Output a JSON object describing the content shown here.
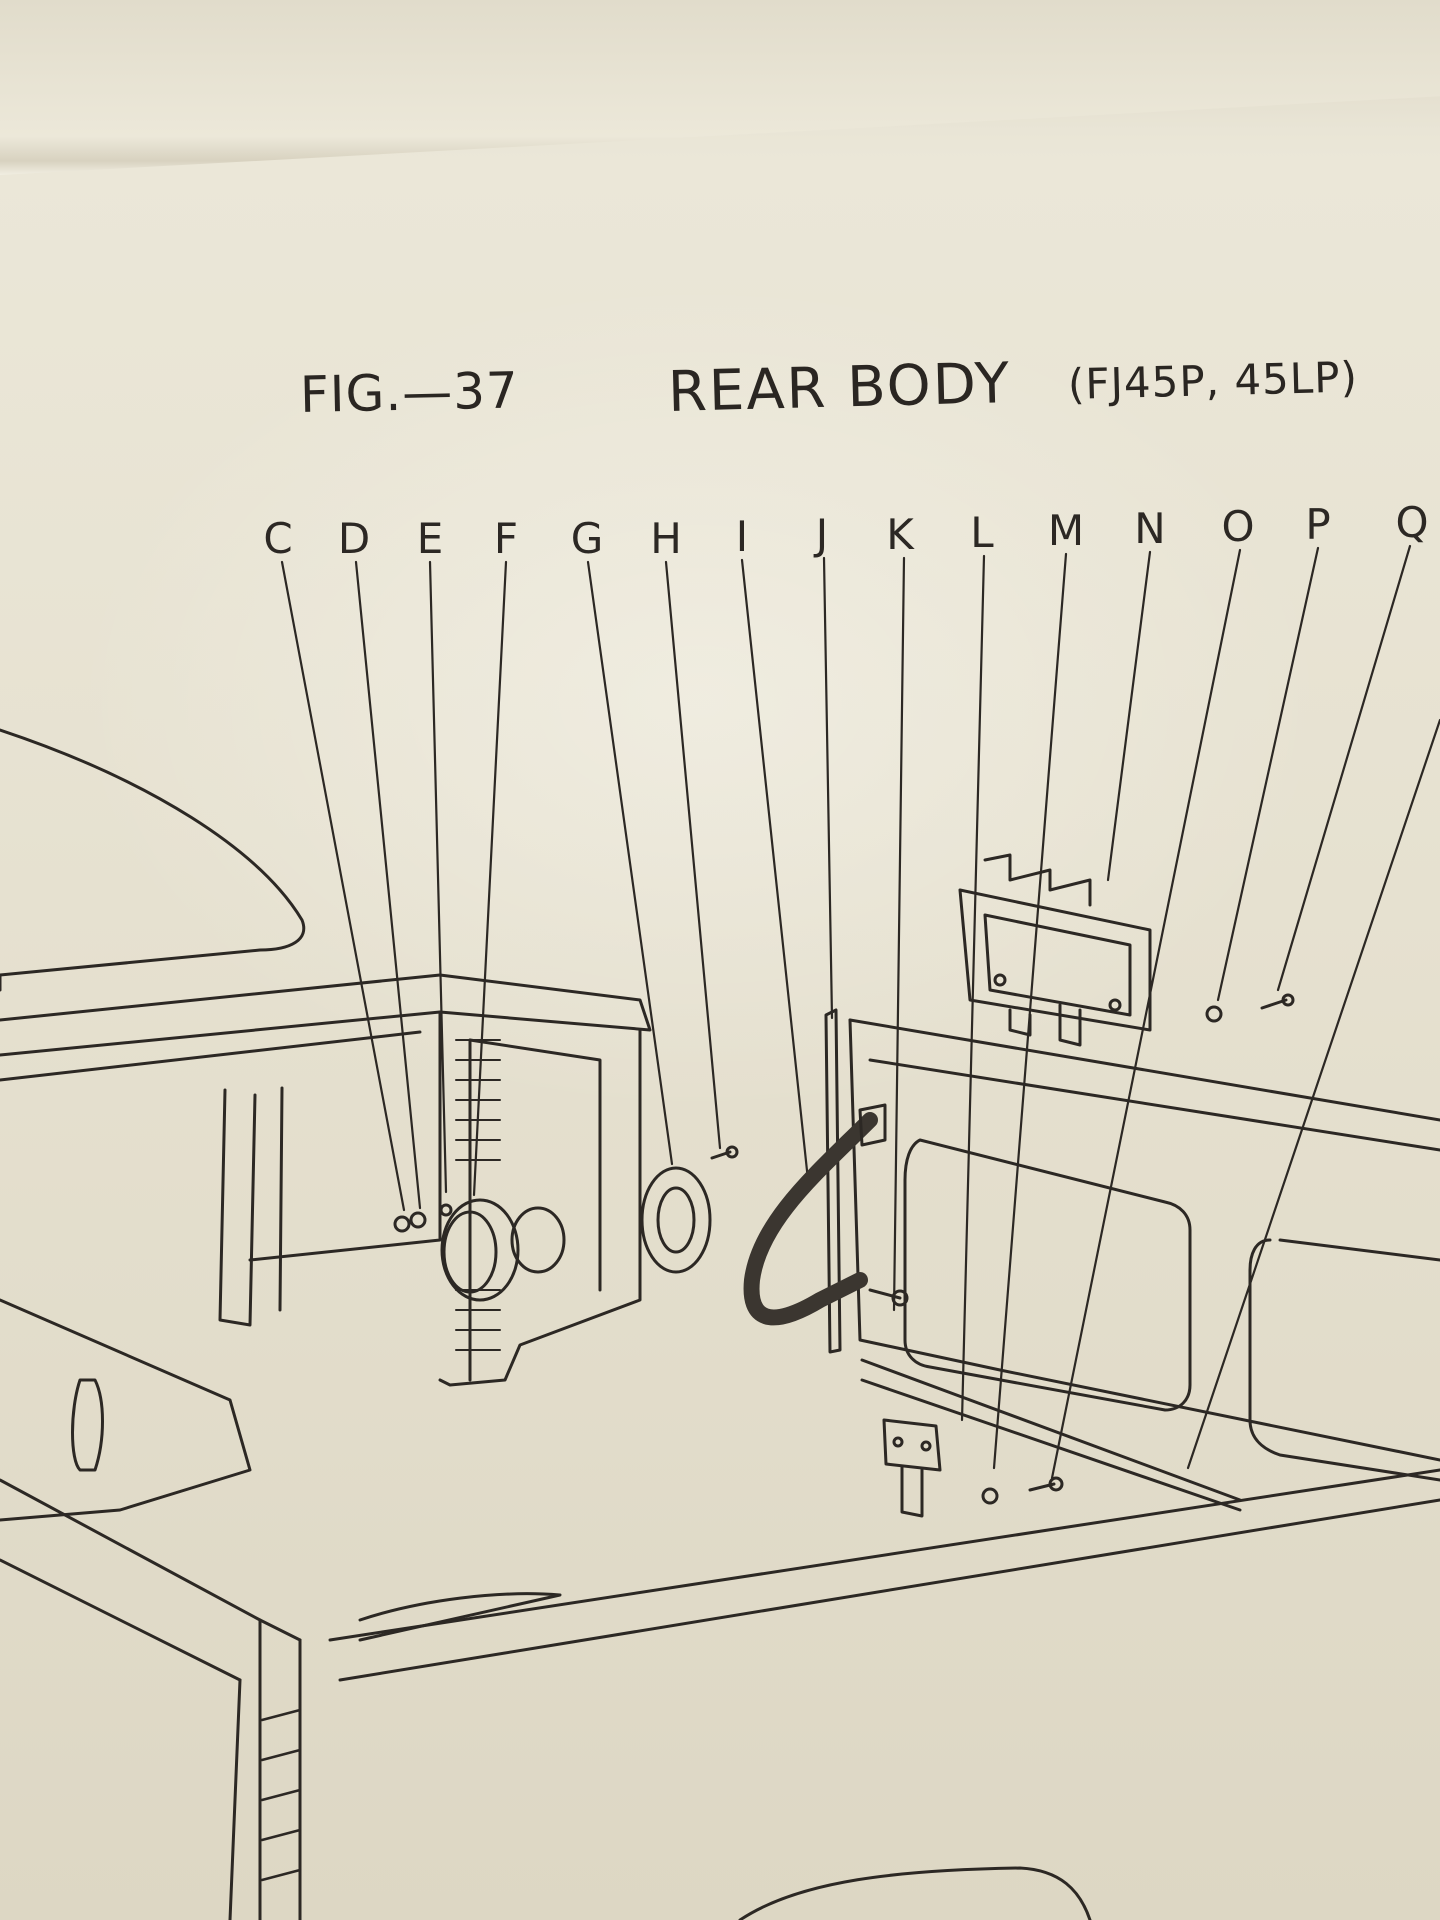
{
  "figure": {
    "label": "FIG.—37",
    "title": "REAR BODY",
    "subtitle": "(FJ45P, 45LP)"
  },
  "callouts": [
    "C",
    "D",
    "E",
    "F",
    "G",
    "H",
    "I",
    "J",
    "K",
    "L",
    "M",
    "N",
    "O",
    "P",
    "Q"
  ],
  "colors": {
    "paper": "#e9e5d6",
    "ink": "#2c2824"
  }
}
